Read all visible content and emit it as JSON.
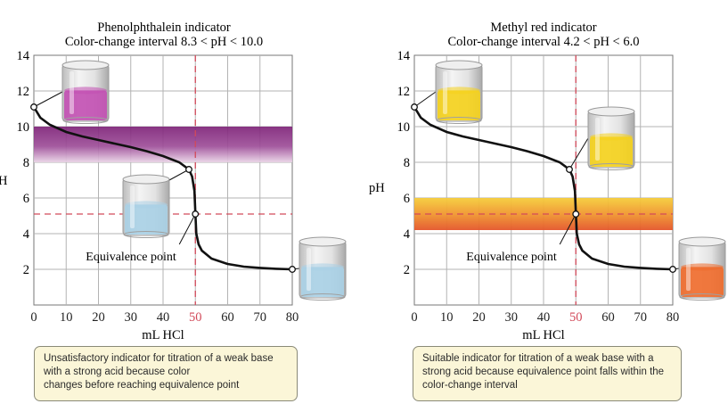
{
  "colors": {
    "grid": "#b3b3b3",
    "curve": "#111111",
    "dashed": "#d24a5a",
    "tick_highlight": "#d24a5a",
    "phenolphthalein_band": "#8c2f85",
    "methyl_red_band": [
      "#f2c23a",
      "#ef8a2e",
      "#e4552a"
    ]
  },
  "chart_data": [
    {
      "type": "line",
      "title": "Phenolphthalein indicator",
      "subtitle": "Color-change interval 8.3 < pH < 10.0",
      "xlabel": "mL HCl",
      "ylabel": "H",
      "xlim": [
        0,
        80
      ],
      "ylim": [
        0,
        14
      ],
      "xticks": [
        0,
        10,
        20,
        30,
        40,
        50,
        60,
        70,
        80
      ],
      "xtick_labels": [
        "0",
        "10",
        "20",
        "30",
        "40",
        "50",
        "60",
        "70",
        "80"
      ],
      "yticks": [
        2,
        4,
        6,
        8,
        10,
        12,
        14
      ],
      "ytick_labels": [
        "2",
        "4",
        "6",
        "8",
        "10",
        "12",
        "14"
      ],
      "highlight_xtick": 50,
      "grid": true,
      "indicator_band": [
        8.0,
        10.0
      ],
      "equivalence": {
        "x": 50,
        "y": 5.1
      },
      "series": [
        {
          "x": [
            0,
            2,
            5,
            10,
            15,
            20,
            25,
            30,
            35,
            40,
            45,
            48,
            49,
            49.7,
            50,
            50.3,
            51,
            52,
            55,
            60,
            65,
            70,
            75,
            80
          ],
          "y": [
            11.1,
            10.5,
            10.1,
            9.7,
            9.45,
            9.25,
            9.05,
            8.85,
            8.62,
            8.35,
            8.0,
            7.6,
            7.2,
            6.4,
            5.1,
            4.0,
            3.4,
            3.05,
            2.6,
            2.3,
            2.15,
            2.08,
            2.03,
            2.0
          ]
        }
      ],
      "markers": [
        {
          "x": 0,
          "y": 11.1
        },
        {
          "x": 48,
          "y": 7.6
        },
        {
          "x": 50,
          "y": 5.1
        },
        {
          "x": 80,
          "y": 2.0
        }
      ],
      "annotation": "Equivalence point",
      "caption": [
        "Unsatisfactory indicator for titration of a weak base",
        "with a strong acid because color",
        "changes before reaching equivalence point"
      ]
    },
    {
      "type": "line",
      "title": "Methyl red indicator",
      "subtitle": "Color-change interval 4.2 < pH < 6.0",
      "xlabel": "mL HCl",
      "ylabel": "pH",
      "xlim": [
        0,
        80
      ],
      "ylim": [
        0,
        14
      ],
      "xticks": [
        0,
        10,
        20,
        30,
        40,
        50,
        60,
        70,
        80
      ],
      "xtick_labels": [
        "0",
        "10",
        "20",
        "30",
        "40",
        "50",
        "60",
        "70",
        "80"
      ],
      "yticks": [
        2,
        4,
        6,
        8,
        10,
        12,
        14
      ],
      "ytick_labels": [
        "2",
        "4",
        "6",
        "8",
        "10",
        "12",
        "14"
      ],
      "highlight_xtick": 50,
      "grid": true,
      "indicator_band": [
        4.2,
        6.0
      ],
      "equivalence": {
        "x": 50,
        "y": 5.1
      },
      "series": [
        {
          "x": [
            0,
            2,
            5,
            10,
            15,
            20,
            25,
            30,
            35,
            40,
            45,
            48,
            49,
            49.7,
            50,
            50.3,
            51,
            52,
            55,
            60,
            65,
            70,
            75,
            80
          ],
          "y": [
            11.1,
            10.5,
            10.1,
            9.7,
            9.45,
            9.25,
            9.05,
            8.85,
            8.62,
            8.35,
            8.0,
            7.6,
            7.2,
            6.4,
            5.1,
            4.0,
            3.4,
            3.05,
            2.6,
            2.3,
            2.15,
            2.08,
            2.03,
            2.0
          ]
        }
      ],
      "markers": [
        {
          "x": 0,
          "y": 11.1
        },
        {
          "x": 48,
          "y": 7.6
        },
        {
          "x": 50,
          "y": 5.1
        },
        {
          "x": 80,
          "y": 2.0
        }
      ],
      "annotation": "Equivalence point",
      "caption": [
        "Suitable indicator for titration of a weak base with a",
        "strong acid because equivalence point falls within the",
        "color-change interval"
      ]
    }
  ],
  "beakers": [
    {
      "panel": 0,
      "color": "#c24fb3",
      "icon": "pink-solution-beaker-icon"
    },
    {
      "panel": 0,
      "color": "#a9d0e6",
      "icon": "colorless-solution-beaker-icon"
    },
    {
      "panel": 0,
      "color": "#a9d0e6",
      "icon": "colorless-solution-beaker-icon"
    },
    {
      "panel": 1,
      "color": "#f5d21a",
      "icon": "yellow-solution-beaker-icon"
    },
    {
      "panel": 1,
      "color": "#f5d21a",
      "icon": "yellow-solution-beaker-icon"
    },
    {
      "panel": 1,
      "color": "#ef6a2a",
      "icon": "red-solution-beaker-icon"
    }
  ]
}
